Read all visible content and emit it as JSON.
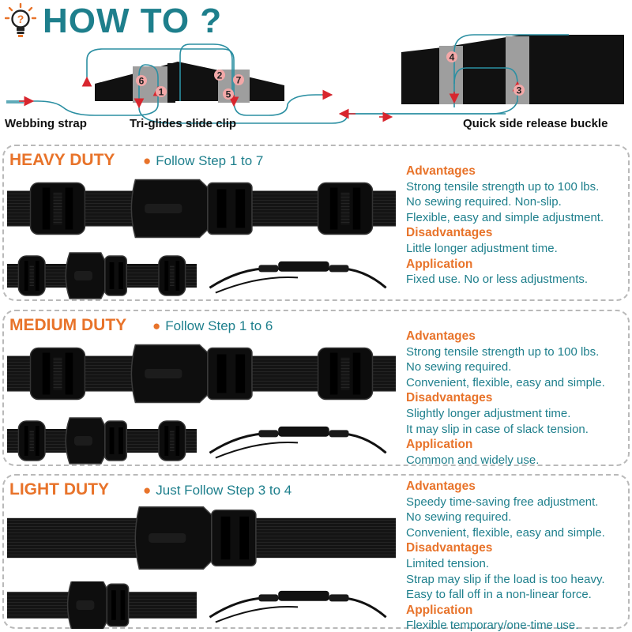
{
  "header": {
    "title": "HOW TO ?",
    "icon": "lightbulb-question-icon"
  },
  "diagram": {
    "labels": {
      "webbing": "Webbing strap",
      "triglide": "Tri-glides slide clip",
      "buckle": "Quick side release buckle"
    },
    "steps": [
      "1",
      "2",
      "3",
      "4",
      "5",
      "6",
      "7"
    ]
  },
  "panels": [
    {
      "title": "HEAVY DUTY",
      "step": "Follow Step 1 to 7",
      "advantages_label": "Advantages",
      "advantages": [
        "Strong tensile strength up to 100 lbs.",
        "No sewing required. Non-slip.",
        "Flexible, easy and simple adjustment."
      ],
      "disadvantages_label": "Disadvantages",
      "disadvantages": [
        "Little longer adjustment time."
      ],
      "application_label": "Application",
      "application": [
        "Fixed use. No or less adjustments."
      ]
    },
    {
      "title": "MEDIUM DUTY",
      "step": "Follow Step 1 to 6",
      "advantages_label": "Advantages",
      "advantages": [
        "Strong tensile strength up to 100 lbs.",
        "No sewing required.",
        "Convenient, flexible, easy and simple."
      ],
      "disadvantages_label": "Disadvantages",
      "disadvantages": [
        "Slightly longer adjustment time.",
        "It may slip in case of slack tension."
      ],
      "application_label": "Application",
      "application": [
        "Common and widely use."
      ]
    },
    {
      "title": "LIGHT DUTY",
      "step": "Just Follow Step 3 to 4",
      "advantages_label": "Advantages",
      "advantages": [
        "Speedy time-saving free adjustment.",
        "No sewing required.",
        "Convenient, flexible, easy and simple."
      ],
      "disadvantages_label": "Disadvantages",
      "disadvantages": [
        "Limited tension.",
        "Strap may slip if the load is too heavy.",
        "Easy to fall off in a non-linear force."
      ],
      "application_label": "Application",
      "application": [
        "Flexible temporary/one-time use."
      ]
    }
  ],
  "colors": {
    "teal": "#1e7f8c",
    "orange": "#e8732a",
    "arrow_red": "#d8262e",
    "strap_black": "#111111"
  }
}
